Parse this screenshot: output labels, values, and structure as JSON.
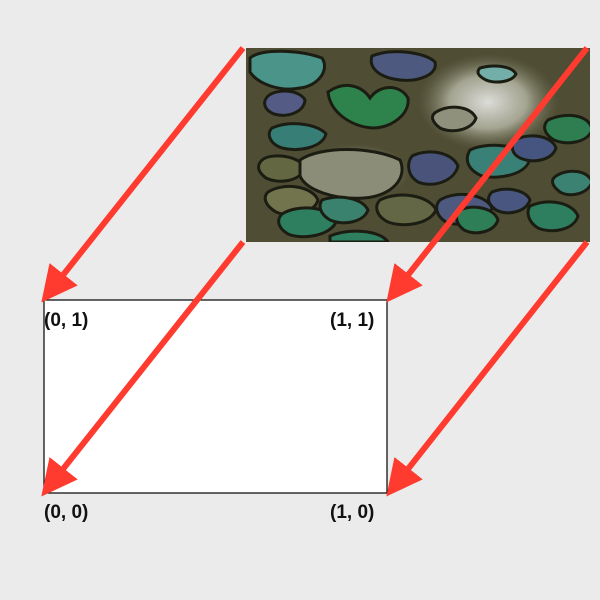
{
  "diagram": {
    "texture_image": {
      "description_icon": "stone-texture-image"
    },
    "target_rect": {
      "fill": "#ffffff",
      "stroke": "#000000"
    },
    "corner_labels": {
      "top_left": "(0, 1)",
      "top_right": "(1, 1)",
      "bottom_left": "(0, 0)",
      "bottom_right": "(1, 0)"
    },
    "arrow_color": "#ff3a2e",
    "background_color": "#ebebeb"
  }
}
